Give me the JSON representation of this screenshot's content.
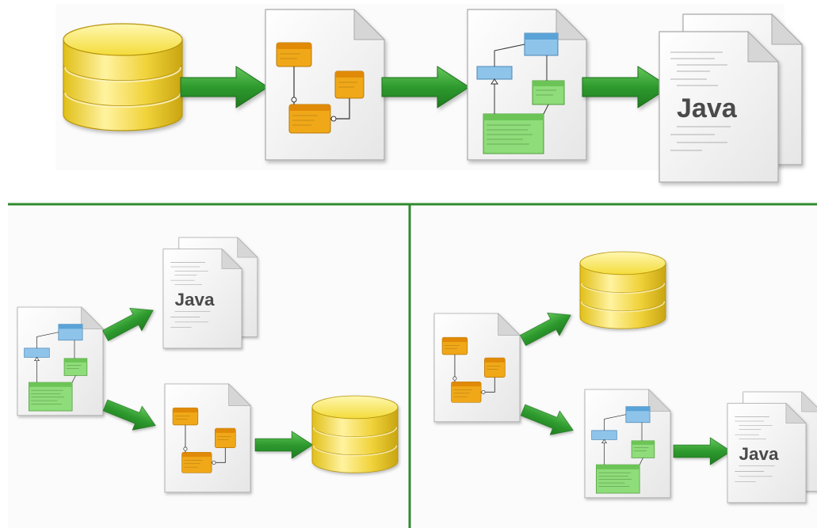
{
  "java_label": "Java",
  "icons": {
    "database": "database-icon",
    "er_document": "er-diagram-document-icon",
    "uml_document": "uml-class-diagram-document-icon",
    "java_files": "java-source-files-icon",
    "arrow": "green-arrow-icon"
  },
  "colors": {
    "arrow": "#2e9a2e",
    "divider": "#2f8a2f",
    "db_yellow": "#f2dc3a",
    "entity_orange": "#f0a818",
    "class_blue": "#8fc4ea",
    "class_green": "#8fdc7a"
  },
  "panels": [
    {
      "name": "database-to-er-to-uml-to-java-flow"
    },
    {
      "name": "uml-to-java-and-er-to-database-flow"
    },
    {
      "name": "er-to-database-and-uml-to-java-flow"
    }
  ]
}
